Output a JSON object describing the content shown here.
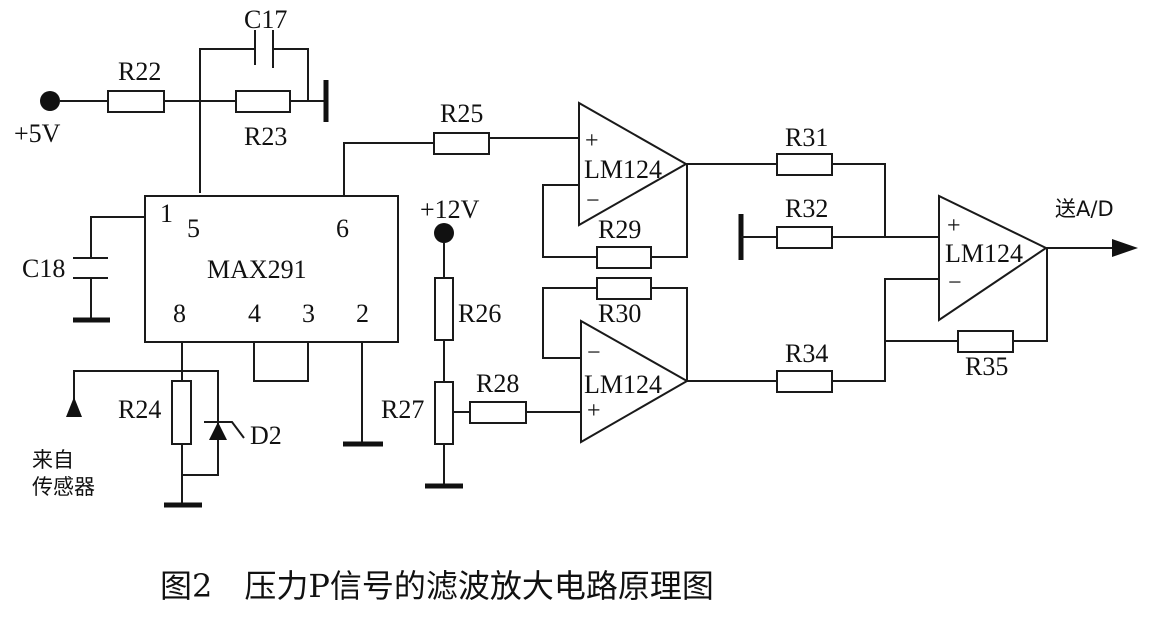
{
  "caption": "图2　压力P信号的滤波放大电路原理图",
  "components": {
    "supply_5v": "+5V",
    "supply_12v": "+12V",
    "R22": "R22",
    "R23": "R23",
    "R24": "R24",
    "R25": "R25",
    "R26": "R26",
    "R27": "R27",
    "R28": "R28",
    "R29": "R29",
    "R30": "R30",
    "R31": "R31",
    "R32": "R32",
    "R34": "R34",
    "R35": "R35",
    "C17": "C17",
    "C18": "C18",
    "D2": "D2",
    "ic_filter": "MAX291",
    "opamp1": "LM124",
    "opamp2": "LM124",
    "opamp3": "LM124"
  },
  "ic_pins": {
    "p1": "1",
    "p5": "5",
    "p6": "6",
    "p8": "8",
    "p4": "4",
    "p3": "3",
    "p2": "2"
  },
  "signs": {
    "plus": "+",
    "minus": "−"
  },
  "input_label_line1": "来自",
  "input_label_line2": "传感器",
  "output_label": "送A/D"
}
